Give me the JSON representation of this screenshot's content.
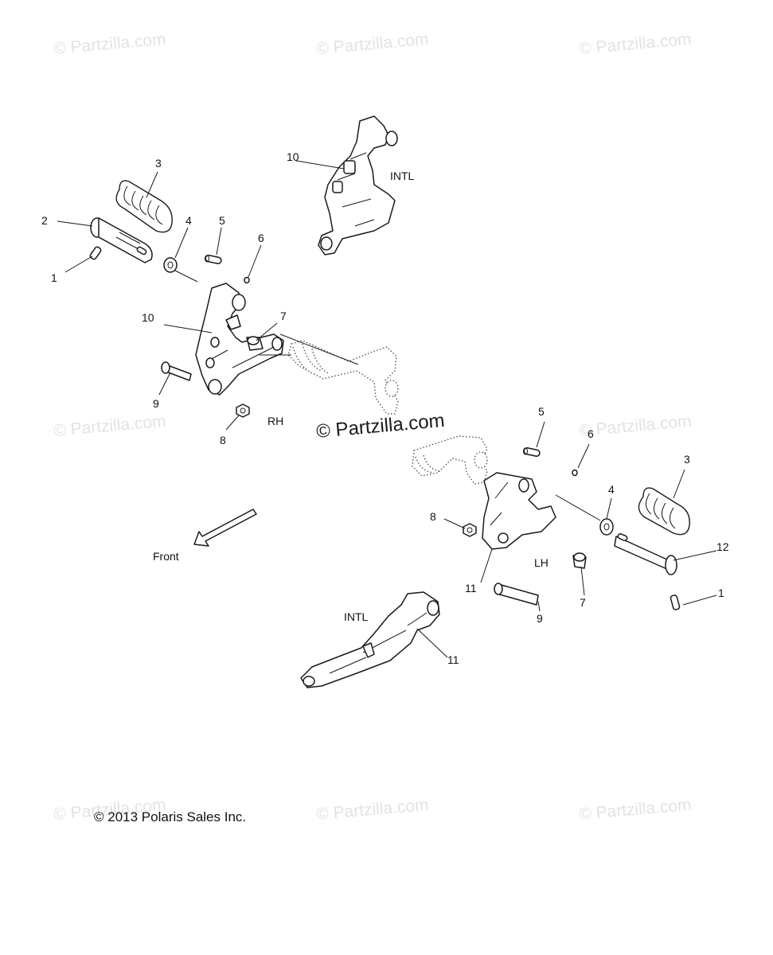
{
  "watermark": "© Partzilla.com",
  "center_watermark": "© Partzilla.com",
  "copyright": "© 2013 Polaris Sales Inc.",
  "side_labels": {
    "rh": "RH",
    "lh": "LH",
    "intl_top": "INTL",
    "intl_bottom": "INTL"
  },
  "front_label": "Front",
  "callouts": [
    {
      "id": "1",
      "text": "1"
    },
    {
      "id": "2",
      "text": "2"
    },
    {
      "id": "3",
      "text": "3"
    },
    {
      "id": "4",
      "text": "4"
    },
    {
      "id": "5",
      "text": "5"
    },
    {
      "id": "6",
      "text": "6"
    },
    {
      "id": "7",
      "text": "7"
    },
    {
      "id": "8",
      "text": "8"
    },
    {
      "id": "9",
      "text": "9"
    },
    {
      "id": "10",
      "text": "10"
    },
    {
      "id": "10b",
      "text": "10"
    },
    {
      "id": "5b",
      "text": "5"
    },
    {
      "id": "6b",
      "text": "6"
    },
    {
      "id": "3b",
      "text": "3"
    },
    {
      "id": "4b",
      "text": "4"
    },
    {
      "id": "8b",
      "text": "8"
    },
    {
      "id": "12",
      "text": "12"
    },
    {
      "id": "11",
      "text": "11"
    },
    {
      "id": "7b",
      "text": "7"
    },
    {
      "id": "1b",
      "text": "1"
    },
    {
      "id": "9b",
      "text": "9"
    },
    {
      "id": "11b",
      "text": "11"
    }
  ]
}
